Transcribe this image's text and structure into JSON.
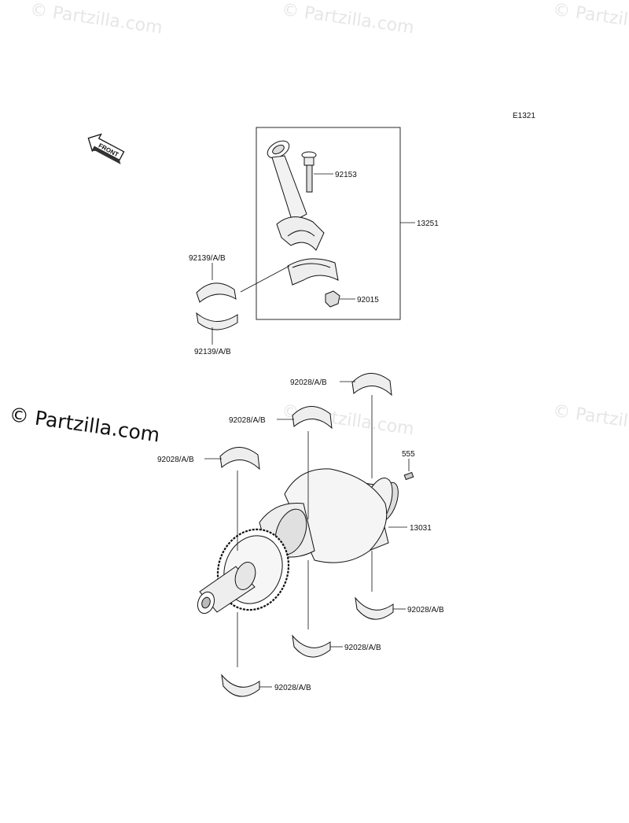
{
  "diagram_code": "E1321",
  "watermark": "© Partzilla.com",
  "front_label": "FRONT",
  "parts": {
    "conrod_bolt": "92153",
    "conrod_assembly": "13251",
    "conrod_nut": "92015",
    "conrod_bearing_upper": "92139/A/B",
    "conrod_bearing_lower": "92139/A/B",
    "main_bearing_top_1": "92028/A/B",
    "main_bearing_top_2": "92028/A/B",
    "main_bearing_top_3": "92028/A/B",
    "dowel_pin": "555",
    "crankshaft": "13031",
    "main_bearing_bottom_1": "92028/A/B",
    "main_bearing_bottom_2": "92028/A/B",
    "main_bearing_bottom_3": "92028/A/B"
  }
}
